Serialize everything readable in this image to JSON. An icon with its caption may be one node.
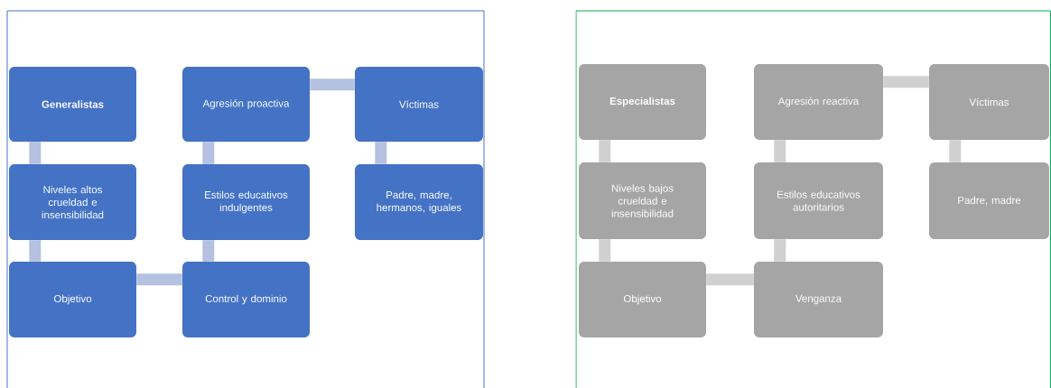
{
  "diagram": {
    "nodes": [
      {
        "text": [
          "Generalistas"
        ]
      },
      {
        "text": [
          "Agresión proactiva"
        ]
      },
      {
        "text": [
          "Víctimas"
        ]
      },
      {
        "text": [
          "Niveles altos crueldad e insensibilidad"
        ]
      },
      {
        "text": [
          "Estilos educativos indulgentes"
        ]
      },
      {
        "text": [
          "Padre, madre, hermanos, iguales"
        ]
      },
      {
        "text": [
          "Objetivo"
        ]
      },
      {
        "text": [
          "Control y dominio"
        ]
      },
      {
        "text": [
          "Especialistas"
        ]
      },
      {
        "text": [
          "Agresión reactiva"
        ]
      },
      {
        "text": [
          "Víctimas"
        ]
      },
      {
        "text": [
          "Niveles bajos crueldad e insensibilidad"
        ]
      },
      {
        "text": [
          "Estilos educativos autoritarios"
        ]
      },
      {
        "text": [
          "Padre, madre"
        ]
      },
      {
        "text": [
          "Objetivo"
        ]
      },
      {
        "text": [
          "Venganza"
        ]
      }
    ],
    "edges": [
      {
        "from": 0,
        "to": 3,
        "arrow": "none",
        "color": "#b4c1e0"
      },
      {
        "from": 3,
        "to": 6,
        "arrow": "none",
        "color": "#b4c1e0"
      },
      {
        "from": 6,
        "to": 7,
        "arrow": "none",
        "color": "#b4c1e0"
      },
      {
        "from": 7,
        "to": 4,
        "arrow": "none",
        "color": "#b4c1e0"
      },
      {
        "from": 4,
        "to": 1,
        "arrow": "none",
        "color": "#b4c1e0"
      },
      {
        "from": 1,
        "to": 2,
        "arrow": "none",
        "color": "#b4c1e0"
      },
      {
        "from": 2,
        "to": 5,
        "arrow": "none",
        "color": "#b4c1e0"
      },
      {
        "from": 8,
        "to": 11,
        "arrow": "none",
        "color": "#d0d0d0"
      },
      {
        "from": 11,
        "to": 14,
        "arrow": "none",
        "color": "#d0d0d0"
      },
      {
        "from": 14,
        "to": 15,
        "arrow": "none",
        "color": "#d0d0d0"
      },
      {
        "from": 15,
        "to": 12,
        "arrow": "none",
        "color": "#d0d0d0"
      },
      {
        "from": 12,
        "to": 9,
        "arrow": "none",
        "color": "#d0d0d0"
      },
      {
        "from": 9,
        "to": 10,
        "arrow": "none",
        "color": "#d0d0d0"
      },
      {
        "from": 10,
        "to": 13,
        "arrow": "none",
        "color": "#d0d0d0"
      }
    ]
  }
}
